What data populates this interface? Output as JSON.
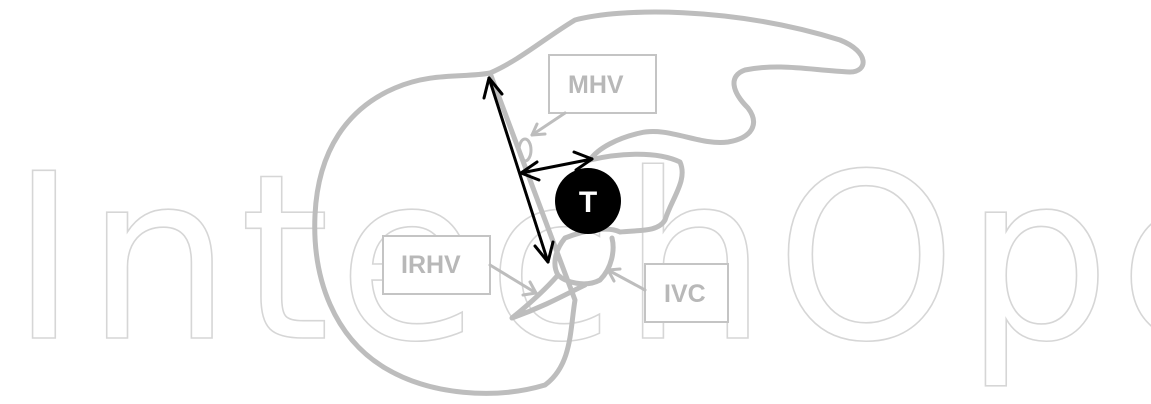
{
  "watermark": {
    "text": "IntechOpen"
  },
  "labels": {
    "mhv": "MHV",
    "irhv": "IRHV",
    "ivc": "IVC",
    "tumor": "T"
  }
}
